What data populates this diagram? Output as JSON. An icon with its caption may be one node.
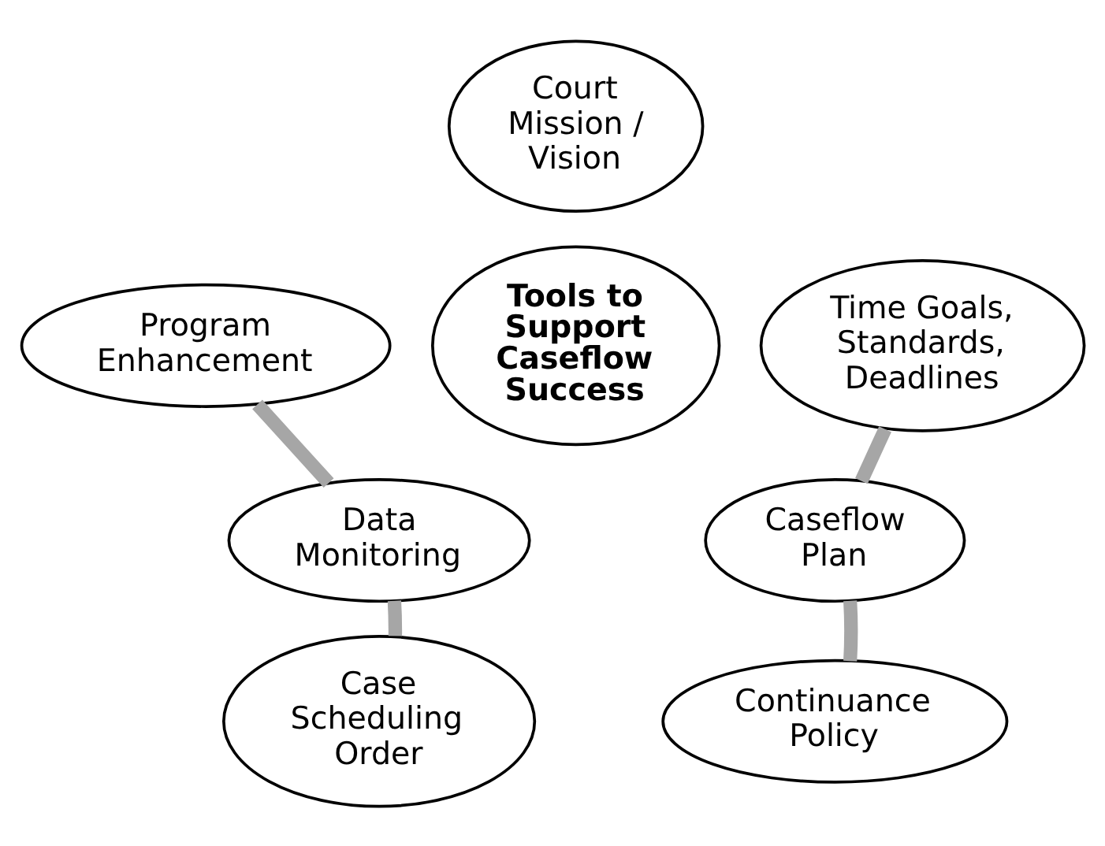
{
  "diagram": {
    "nodes": [
      {
        "text": [
          "Court Mission / Vision"
        ]
      },
      {
        "text": [
          "Program Enhancement"
        ]
      },
      {
        "text": [
          "Time Goals, Standards, Deadlines"
        ]
      },
      {
        "text": [
          "Tools to Support Caseflow Success"
        ]
      },
      {
        "text": [
          "Data Monitoring"
        ]
      },
      {
        "text": [
          "Caseflow Plan"
        ]
      },
      {
        "text": [
          "Case Scheduling Order"
        ]
      },
      {
        "text": [
          "Continuance Policy"
        ]
      }
    ],
    "edges": [
      {
        "from": 2,
        "to": 5,
        "arrow": "none"
      },
      {
        "from": 5,
        "to": 7,
        "arrow": "none"
      },
      {
        "from": 1,
        "to": 4,
        "arrow": "none"
      },
      {
        "from": 4,
        "to": 6,
        "arrow": "none"
      }
    ]
  }
}
